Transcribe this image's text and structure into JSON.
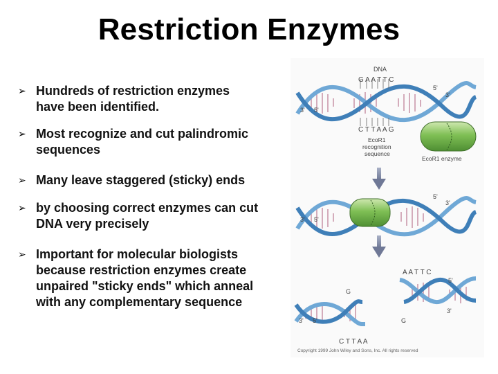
{
  "slide": {
    "title": "Restriction Enzymes",
    "bullet_marker": "➢",
    "bullets": [
      "Hundreds of restriction enzymes\nhave been identified.",
      "Most recognize and cut palindromic\nsequences",
      "Many leave staggered (sticky) ends",
      "by choosing correct enzymes can cut\nDNA very precisely",
      "Important for molecular biologists\nbecause restriction enzymes create\nunpaired \"sticky ends\" which anneal\nwith any complementary sequence"
    ]
  },
  "figure": {
    "label_dna": "DNA",
    "top_seq": "G A A T T C",
    "bottom_seq": "C T T A A G",
    "label_5prime": "5'",
    "label_3prime": "3'",
    "recog_line1": "EcoR1",
    "recog_line2": "recognition",
    "recog_line3": "sequence",
    "enzyme_label": "EcoR1 enzyme",
    "sticky_top": "A A T T C",
    "sticky_bottom": "C T T A A",
    "g_label": "G",
    "copyright": "Copyright 1999 John Wiley and Sons, Inc. All rights reserved"
  }
}
